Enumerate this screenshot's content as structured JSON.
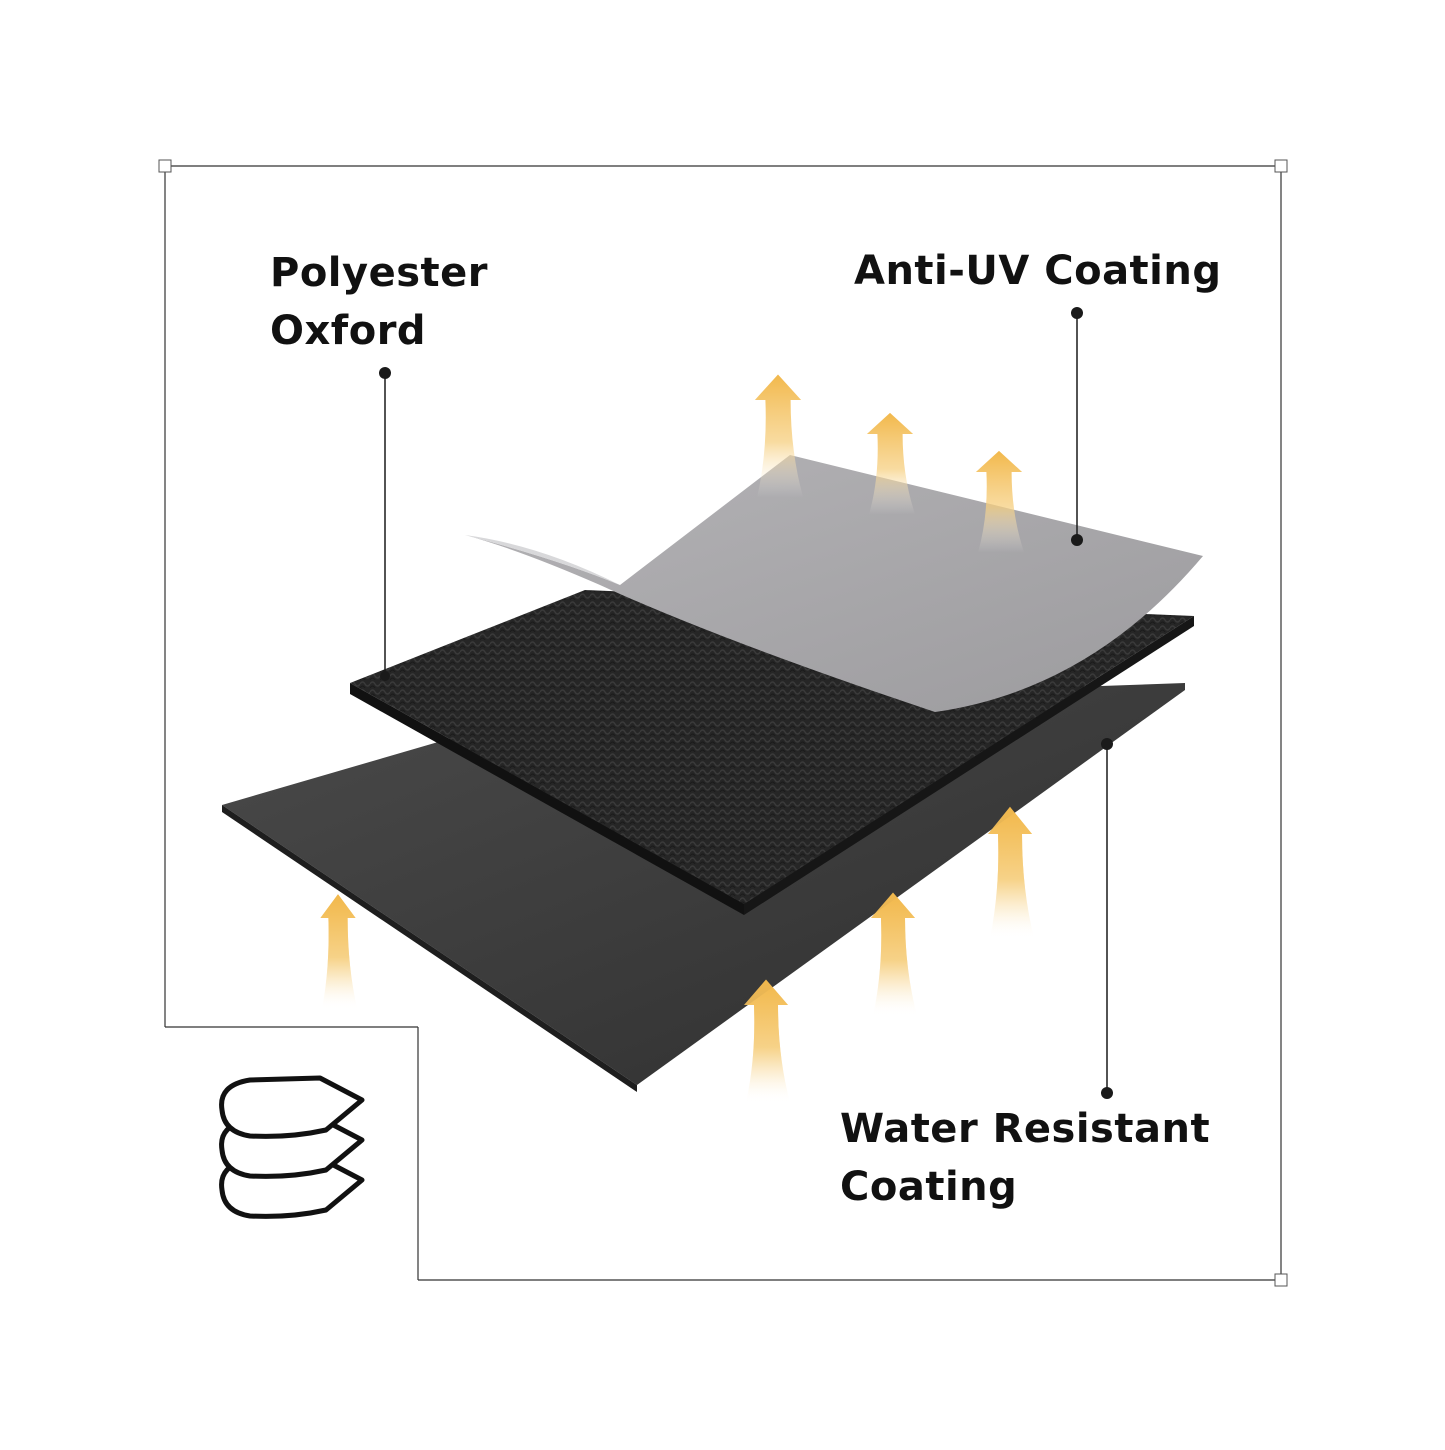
{
  "labels": {
    "polyester": {
      "line1": "Polyester",
      "line2": "Oxford"
    },
    "anti_uv": {
      "line1": "Anti-UV Coating"
    },
    "water": {
      "line1": "Water Resistant",
      "line2": "Coating"
    }
  },
  "colors": {
    "top_layer": "#a9a8ab",
    "middle_layer": "#2a2a2a",
    "bottom_layer": "#3c3c3c",
    "arrow": "#f2b84b",
    "frame": "#333333",
    "text": "#111111"
  },
  "icons": {
    "layers": "stacked-layers-icon"
  }
}
